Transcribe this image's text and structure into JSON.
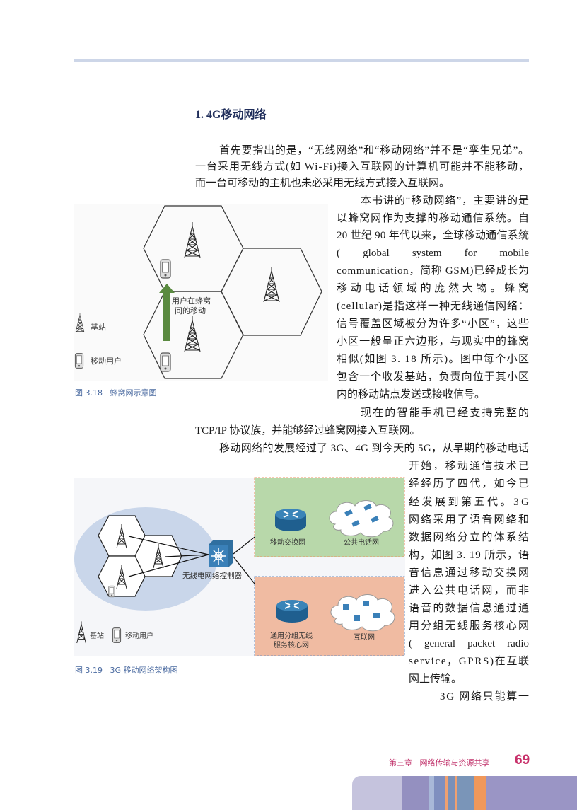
{
  "section_heading": "1. 4G移动网络",
  "lines": [
    "首先要指出的是，“无线网络”和“移动网络”并不是“孪生兄弟”。",
    "一台采用无线方式(如 Wi-Fi)接入互联网的计算机可能并不能移动，",
    "而一台可移动的主机也未必采用无线方式接入互联网。",
    "本书讲的“移动网络”，主要讲的是",
    "以蜂窝网作为支撑的移动通信系统。自",
    "20 世纪 90 年代以来，全球移动通信系统",
    "( global system for mobile",
    "communication，简称 GSM)已经成长为",
    "移动电话领域的庞然大物。蜂窝",
    "(cellular)是指这样一种无线通信网络：",
    "信号覆盖区域被分为许多“小区”，这些",
    "小区一般呈正六边形，与现实中的蜂窝",
    "相似(如图 3. 18 所示)。图中每个小区",
    "包含一个收发基站，负责向位于其小区",
    "内的移动站点发送或接收信号。",
    "现在的智能手机已经支持完整的",
    "TCP/IP 协议族，并能够经过蜂窝网接入互联网。",
    "移动网络的发展经过了 3G、4G 到今天的 5G，从早期的移动电话",
    "开始，移动通信技术已",
    "经经历了四代，如今已",
    "经发展到第五代。3G",
    "网络采用了语音网络和",
    "数据网络分立的体系结",
    "构，如图 3. 19 所示，语",
    "音信息通过移动交换网",
    "进入公共电话网，而非",
    "语音的数据信息通过通",
    "用分组无线服务核心网",
    "( general packet radio",
    "service，GPRS)在互联",
    "网上传输。",
    "3G 网络只能算一"
  ],
  "figure_3_18": {
    "movement_label_1": "用户在蜂窝",
    "movement_label_2": "间的移动",
    "legend_base_station": "基站",
    "legend_mobile_user": "移动用户",
    "caption": "图 3.18   蜂窝网示意图"
  },
  "figure_3_19": {
    "controller": "无线电网络控制器",
    "msc": "移动交换网",
    "pstn": "公共电话网",
    "gprs_1": "通用分组无线",
    "gprs_2": "服务核心网",
    "internet": "互联网",
    "legend_base_station": "基站",
    "legend_mobile_user": "移动用户",
    "caption": "图 3.19   3G 移动网络架构图"
  },
  "footer": {
    "chapter": "第三章   网络传输与资源共享",
    "page_number": "69"
  },
  "colors": {
    "accent": "#c8306a",
    "arrow": "#5a8a40",
    "green_box": "#b8d8aa",
    "salmon_box": "#f0bba2",
    "ellipse": "#c9d6ea",
    "router": "#1f5f8f"
  }
}
